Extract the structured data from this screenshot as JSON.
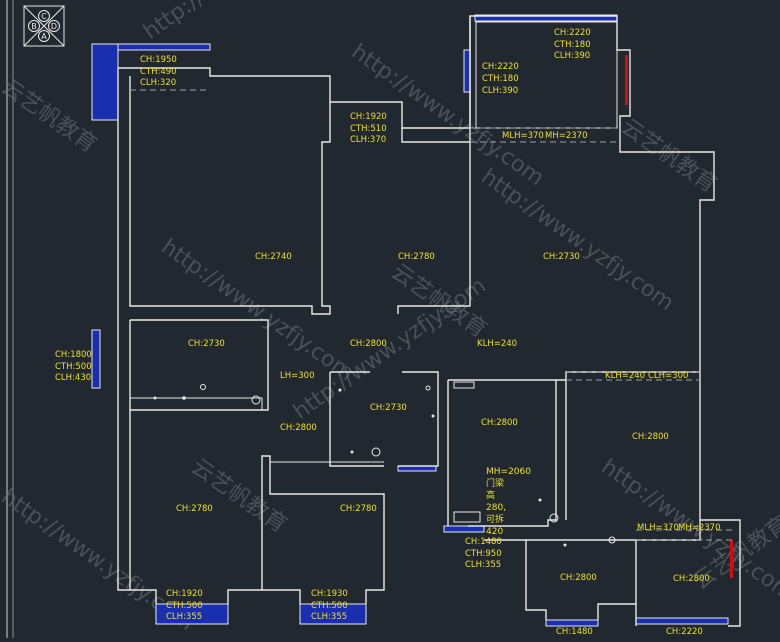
{
  "compass": {
    "letters": [
      "C",
      "B",
      "D",
      "A"
    ]
  },
  "watermarks": [
    "http://www.yzfjy.com",
    "云艺帆教育"
  ],
  "labels": {
    "tl_win": [
      "CH:1950",
      "CTH:490",
      "CLH:320"
    ],
    "mid_win": [
      "CH:1920",
      "CTH:510",
      "CLH:370"
    ],
    "tr_top": "CH:2220",
    "tr_top2": "CTH:180",
    "tr_top3": "CLH:390",
    "tr_win": [
      "CH:2220",
      "CTH:180",
      "CLH:390"
    ],
    "beam1": "MLH=370",
    "beam1b": "MH=2370",
    "room_bed1": "CH:2740",
    "room_bed2": "CH:2780",
    "room_living": "CH:2730",
    "room_bath1": "CH:2730",
    "corridor": "CH:2800",
    "klh1": "KLH=240",
    "left_win": [
      "CH:1800",
      "CTH:500",
      "CLH:430"
    ],
    "lh": "LH=300",
    "bath2": "CH:2730",
    "corr2": "CH:2800",
    "kitchen": "CH:2800",
    "klh2": "KLH=240",
    "clh2": "CLH=300",
    "dining": "CH:2800",
    "bed3": "CH:2780",
    "bed4": "CH:2780",
    "door_note": [
      "MH=2060",
      "门梁",
      "高",
      "280,",
      "可拆",
      "420"
    ],
    "kitchen_win": [
      "CH:1480",
      "CTH:950",
      "CLH:355"
    ],
    "beam2": "MLH=370",
    "beam2b": "MH=2370",
    "balcony1": "CH:2800",
    "balcony2": "CH:2800",
    "bot_win1": [
      "CH:1920",
      "CTH:500",
      "CLH:355"
    ],
    "bot_win2": [
      "CH:1930",
      "CTH:500",
      "CLH:355"
    ],
    "bot_win3": "CH:1480",
    "bot_win4": "CH:2220"
  }
}
